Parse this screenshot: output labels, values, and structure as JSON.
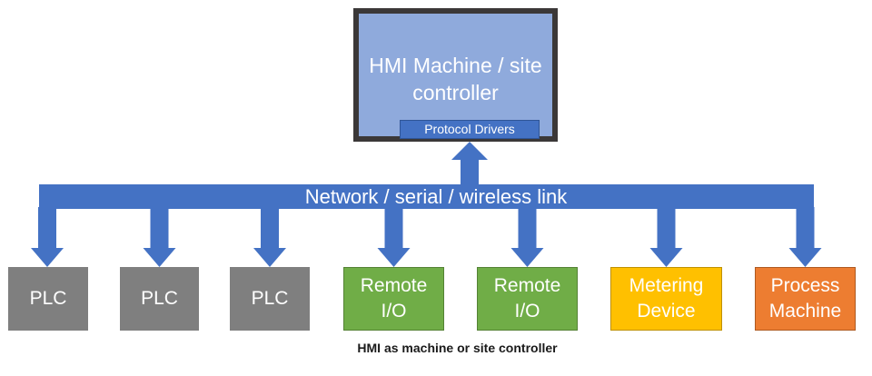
{
  "controller": {
    "title": "HMI Machine / site\ncontroller",
    "protocol_label": "Protocol Drivers"
  },
  "bus": {
    "label": "Network / serial / wireless link",
    "color": "#4472c4"
  },
  "devices": [
    {
      "label": "PLC",
      "fill": "#7f7f7f",
      "border": "#7f7f7f"
    },
    {
      "label": "PLC",
      "fill": "#7f7f7f",
      "border": "#7f7f7f"
    },
    {
      "label": "PLC",
      "fill": "#7f7f7f",
      "border": "#7f7f7f"
    },
    {
      "label": "Remote\nI/O",
      "fill": "#70ad47",
      "border": "#548235"
    },
    {
      "label": "Remote\nI/O",
      "fill": "#70ad47",
      "border": "#548235"
    },
    {
      "label": "Metering\nDevice",
      "fill": "#ffc000",
      "border": "#bf9000"
    },
    {
      "label": "Process\nMachine",
      "fill": "#ed7d31",
      "border": "#ae5a21"
    }
  ],
  "caption": "HMI as machine or site controller"
}
